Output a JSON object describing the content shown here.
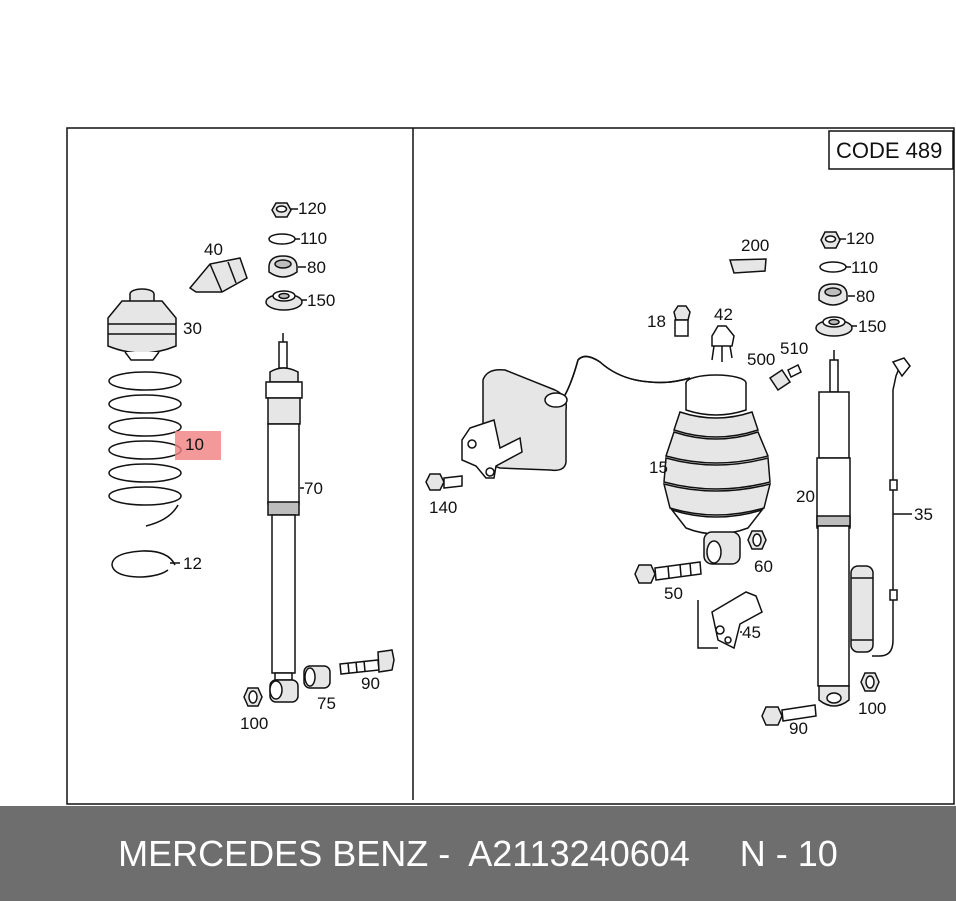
{
  "diagram": {
    "code_box": "CODE 489",
    "highlight_color": "#f08080",
    "labels_left": {
      "p120": "120",
      "p110": "110",
      "p40": "40",
      "p80": "80",
      "p150": "150",
      "p30": "30",
      "p10": "10",
      "p70": "70",
      "p12": "12",
      "p90": "90",
      "p75": "75",
      "p100": "100"
    },
    "labels_right": {
      "p200": "200",
      "p120": "120",
      "p110": "110",
      "p80": "80",
      "p150": "150",
      "p18": "18",
      "p42": "42",
      "p510": "510",
      "p500": "500",
      "p15": "15",
      "p140": "140",
      "p20": "20",
      "p35": "35",
      "p60": "60",
      "p50": "50",
      "p45": "45",
      "p90": "90",
      "p100": "100"
    }
  },
  "footer": {
    "brand": "MERCEDES BENZ -",
    "part_number": "A2113240604",
    "ref": "N - 10",
    "background": "#6e6e6e"
  }
}
